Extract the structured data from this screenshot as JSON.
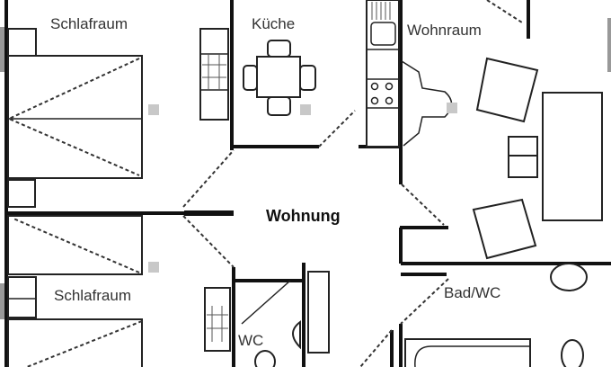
{
  "plan": {
    "rooms": {
      "bedroom_top": "Schlafraum",
      "kitchen": "Küche",
      "living_room": "Wohnraum",
      "hallway": "Wohnung",
      "bedroom_bottom": "Schlafraum",
      "wc": "WC",
      "bathroom": "Bad/WC"
    }
  }
}
